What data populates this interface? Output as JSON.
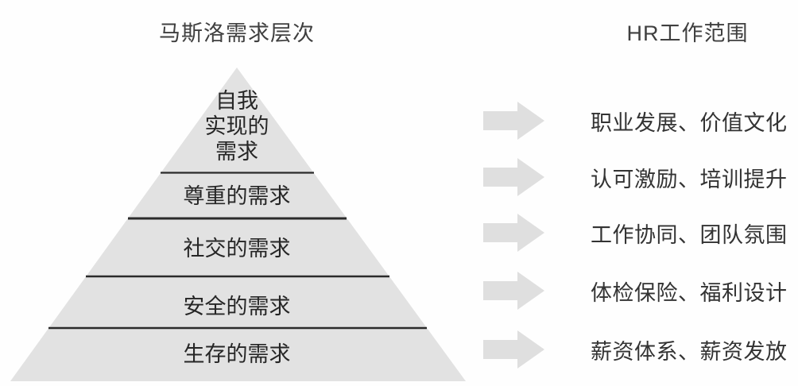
{
  "left": {
    "title": "马斯洛需求层次",
    "pyramid": {
      "fill": "#e2e2e2",
      "divider_color": "#2b2b2b",
      "levels": [
        {
          "label": "自我实现的需求",
          "lines": [
            "自我",
            "实现的",
            "需求"
          ]
        },
        {
          "label": "尊重的需求"
        },
        {
          "label": "社交的需求"
        },
        {
          "label": "安全的需求"
        },
        {
          "label": "生存的需求"
        }
      ]
    }
  },
  "right": {
    "title": "HR工作范围",
    "arrow": {
      "icon": "arrow-right-icon",
      "color": "#dfdfdf"
    },
    "items": [
      {
        "label": "职业发展、价值文化"
      },
      {
        "label": "认可激励、培训提升"
      },
      {
        "label": "工作协同、团队氛围"
      },
      {
        "label": "体检保险、福利设计"
      },
      {
        "label": "薪资体系、薪资发放"
      }
    ]
  },
  "text_color": "#333333",
  "background": "#fefefe"
}
